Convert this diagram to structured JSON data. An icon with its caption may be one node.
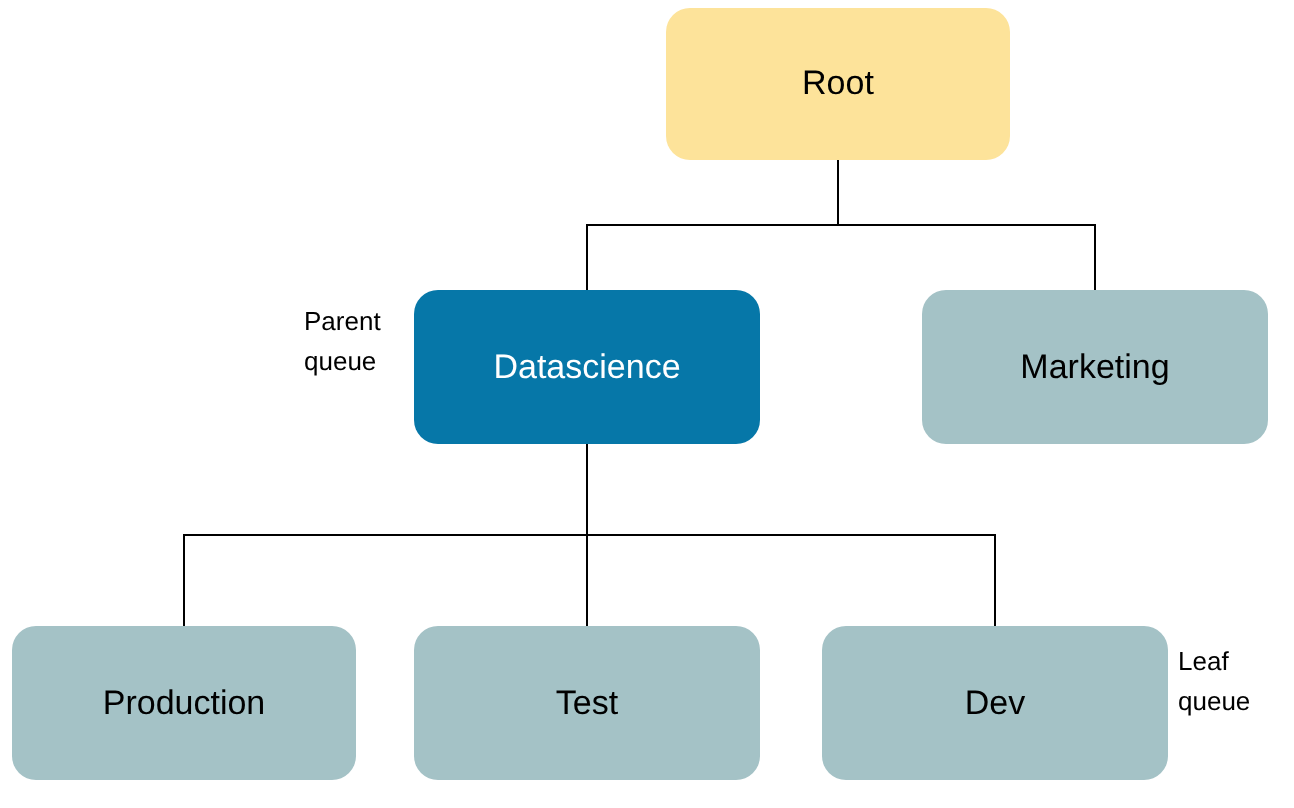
{
  "diagram": {
    "nodes": [
      {
        "text": [
          "Root"
        ]
      },
      {
        "text": [
          "Datascience"
        ],
        "beside": [
          "Parent queue"
        ]
      },
      {
        "text": [
          "Marketing"
        ]
      },
      {
        "text": [
          "Production"
        ]
      },
      {
        "text": [
          "Test"
        ]
      },
      {
        "text": [
          "Dev"
        ],
        "beside": [
          "Leaf queue"
        ]
      }
    ],
    "edges": [
      {
        "from": 0,
        "to": 1,
        "arrow": "none"
      },
      {
        "from": 0,
        "to": 2,
        "arrow": "none"
      },
      {
        "from": 1,
        "to": 3,
        "arrow": "none"
      },
      {
        "from": 1,
        "to": 4,
        "arrow": "none"
      },
      {
        "from": 1,
        "to": 5,
        "arrow": "none"
      }
    ]
  }
}
